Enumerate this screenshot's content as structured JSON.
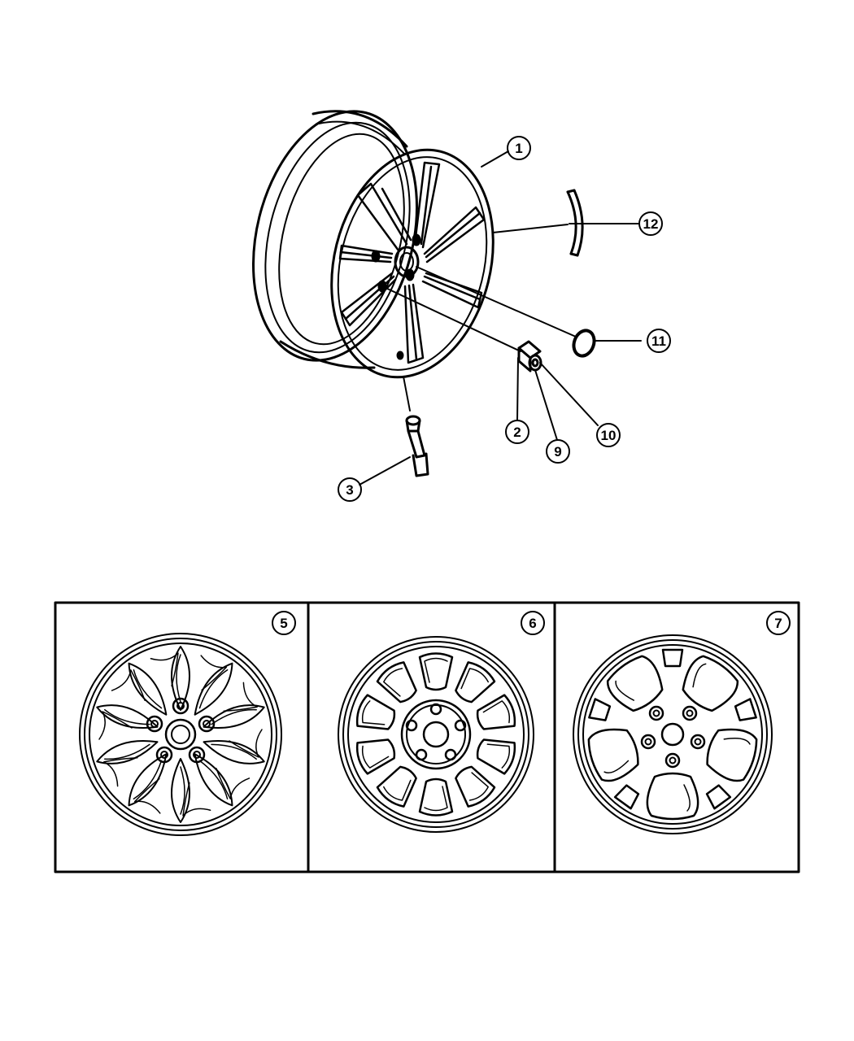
{
  "callouts": {
    "c1": "1",
    "c2": "2",
    "c3": "3",
    "c5": "5",
    "c6": "6",
    "c7": "7",
    "c9": "9",
    "c10": "10",
    "c11": "11",
    "c12": "12"
  },
  "colors": {
    "line": "#000000",
    "background": "#ffffff"
  },
  "icons": {
    "main": "alloy-wheel-exploded-icon",
    "valve": "valve-stem-icon",
    "nut": "lug-nut-icon",
    "ring": "o-ring-icon",
    "weight": "balance-weight-icon"
  }
}
